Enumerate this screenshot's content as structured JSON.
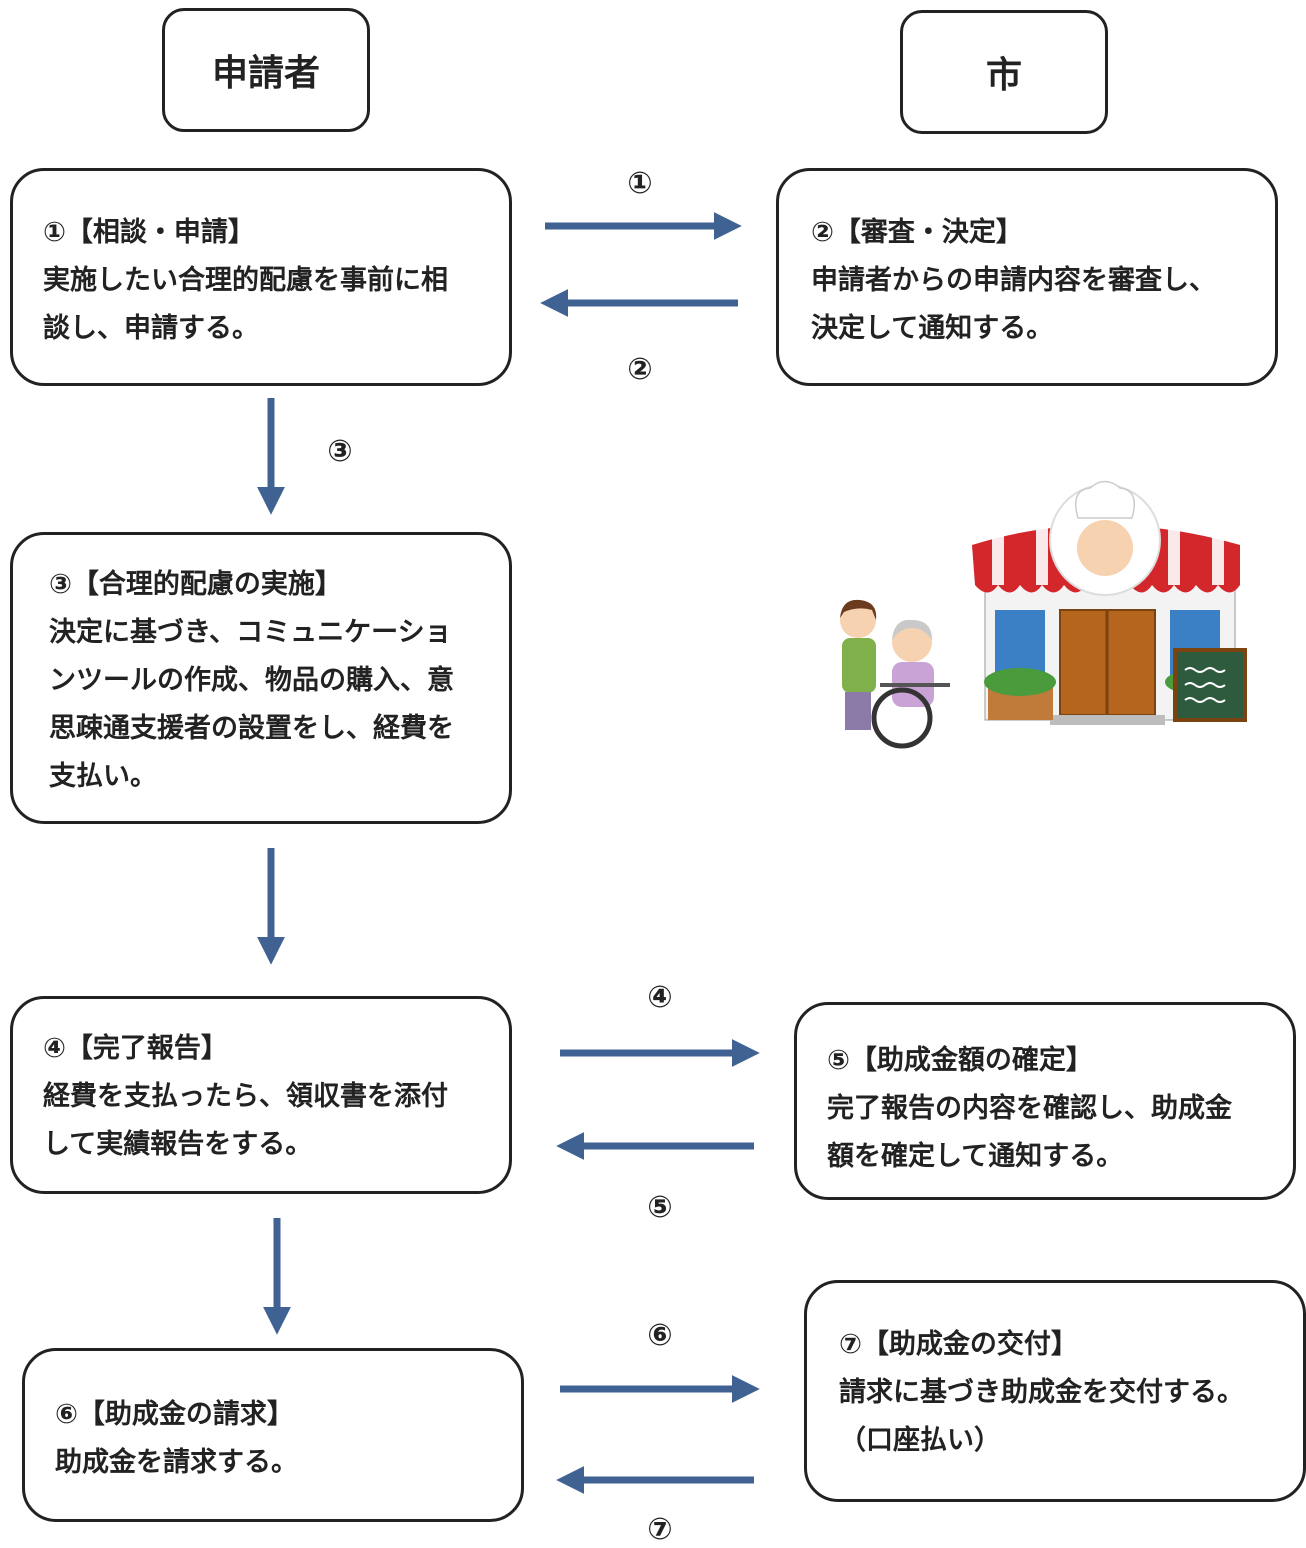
{
  "headers": {
    "applicant": "申請者",
    "city": "市"
  },
  "steps": {
    "s1": {
      "title": "①【相談・申請】",
      "body": "実施したい合理的配慮を事前に相\n談し、申請する。"
    },
    "s2": {
      "title": "②【審査・決定】",
      "body": "申請者からの申請内容を審査し、\n決定して通知する。"
    },
    "s3": {
      "title": "③【合理的配慮の実施】",
      "body": "決定に基づき、コミュニケーショ\nンツールの作成、物品の購入、意\n思疎通支援者の設置をし、経費を\n支払い。"
    },
    "s4": {
      "title": "④【完了報告】",
      "body": "経費を支払ったら、領収書を添付\nして実績報告をする。"
    },
    "s5": {
      "title": "⑤【助成金額の確定】",
      "body": "完了報告の内容を確認し、助成金\n額を確定して通知する。"
    },
    "s6": {
      "title": "⑥【助成金の請求】",
      "body": "助成金を請求する。"
    },
    "s7": {
      "title": "⑦【助成金の交付】",
      "body": "請求に基づき助成金を交付する。\n（口座払い）"
    }
  },
  "arrow_labels": {
    "a1": "①",
    "a2": "②",
    "a3": "③",
    "a4": "④",
    "a5": "⑤",
    "a6": "⑥",
    "a7": "⑦"
  },
  "colors": {
    "arrow": "#3f6293",
    "border": "#222222"
  },
  "illustration": {
    "icon": "restaurant-caregiver-wheelchair-illustration"
  }
}
